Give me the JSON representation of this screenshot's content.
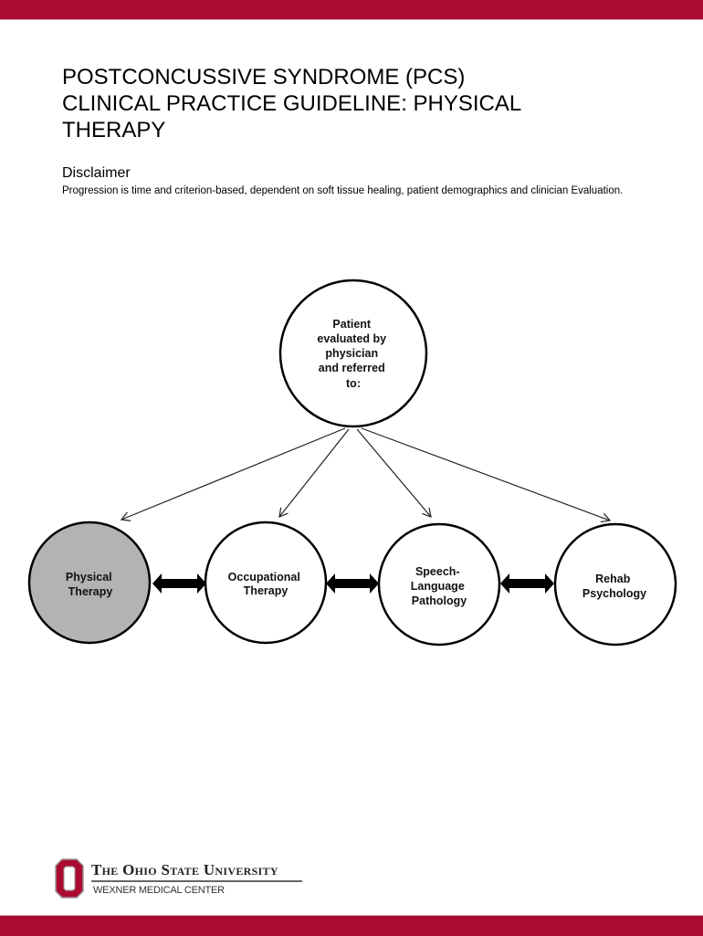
{
  "header": {
    "title_lines": [
      "POSTCONCUSSIVE SYNDROME (PCS)",
      "CLINICAL PRACTICE GUIDELINE: PHYSICAL",
      "THERAPY"
    ]
  },
  "disclaimer": {
    "heading": "Disclaimer",
    "text": "Progression is time and criterion-based, dependent on soft tissue healing, patient demographics and clinician Evaluation."
  },
  "diagram": {
    "root": {
      "lines": [
        "Patient",
        "evaluated by",
        "physician",
        "and referred",
        "to:"
      ]
    },
    "nodes": [
      {
        "id": "physical-therapy",
        "lines": [
          "Physical",
          "Therapy"
        ],
        "highlighted": true
      },
      {
        "id": "occupational-therapy",
        "lines": [
          "Occupational",
          "Therapy"
        ],
        "highlighted": false
      },
      {
        "id": "speech-language-pathology",
        "lines": [
          "Speech-",
          "Language",
          "Pathology"
        ],
        "highlighted": false
      },
      {
        "id": "rehab-psychology",
        "lines": [
          "Rehab",
          "Psychology"
        ],
        "highlighted": false
      }
    ],
    "colors": {
      "highlight": "#b3b3b3",
      "stroke": "#000000"
    }
  },
  "footer": {
    "university": "The Ohio State University",
    "center": "WEXNER MEDICAL CENTER",
    "brand_color": "#ac0b31"
  }
}
